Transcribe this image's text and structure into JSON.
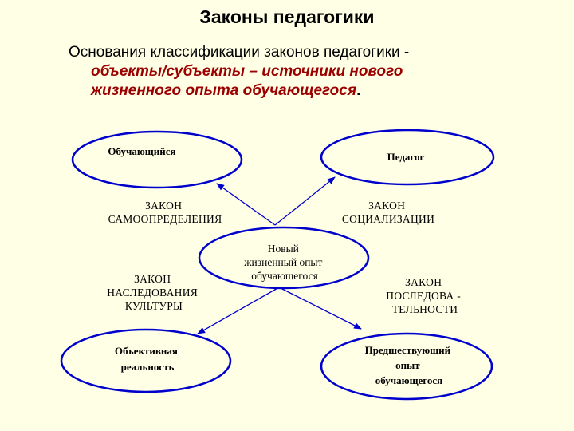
{
  "header": {
    "title": "Законы педагогики",
    "subtitle_plain": "Основания классификации законов педагогики -",
    "subtitle_emphasis_line1": "объекты/субъекты – источники нового",
    "subtitle_emphasis_line2": "жизненного опыта обучающегося",
    "subtitle_end": "."
  },
  "diagram": {
    "colors": {
      "node_stroke": "#0000CC",
      "edge": "#0000CC",
      "emphasis": "#9B0000",
      "background": "#FFFFE6"
    },
    "center": {
      "lines": [
        "Новый",
        "жизненный опыт",
        "обучающегося"
      ]
    },
    "nodes": {
      "top_left": {
        "lines": [
          "Обучающийся"
        ]
      },
      "top_right": {
        "lines": [
          "Педагог"
        ]
      },
      "bottom_left": {
        "lines": [
          "Объективная",
          "реальность"
        ]
      },
      "bottom_right": {
        "lines": [
          "Предшествующий",
          "опыт",
          "обучающегося"
        ]
      }
    },
    "laws": {
      "self_determination": {
        "lines": [
          "ЗАКОН",
          "САМООПРЕДЕЛЕНИЯ"
        ]
      },
      "socialization": {
        "lines": [
          "ЗАКОН",
          "СОЦИАЛИЗАЦИИ"
        ]
      },
      "cultural_inheritance": {
        "lines": [
          "ЗАКОН",
          "НАСЛЕДОВАНИЯ",
          "КУЛЬТУРЫ"
        ]
      },
      "succession": {
        "lines": [
          "ЗАКОН",
          "ПОСЛЕДОВА -",
          "ТЕЛЬНОСТИ"
        ]
      }
    }
  }
}
